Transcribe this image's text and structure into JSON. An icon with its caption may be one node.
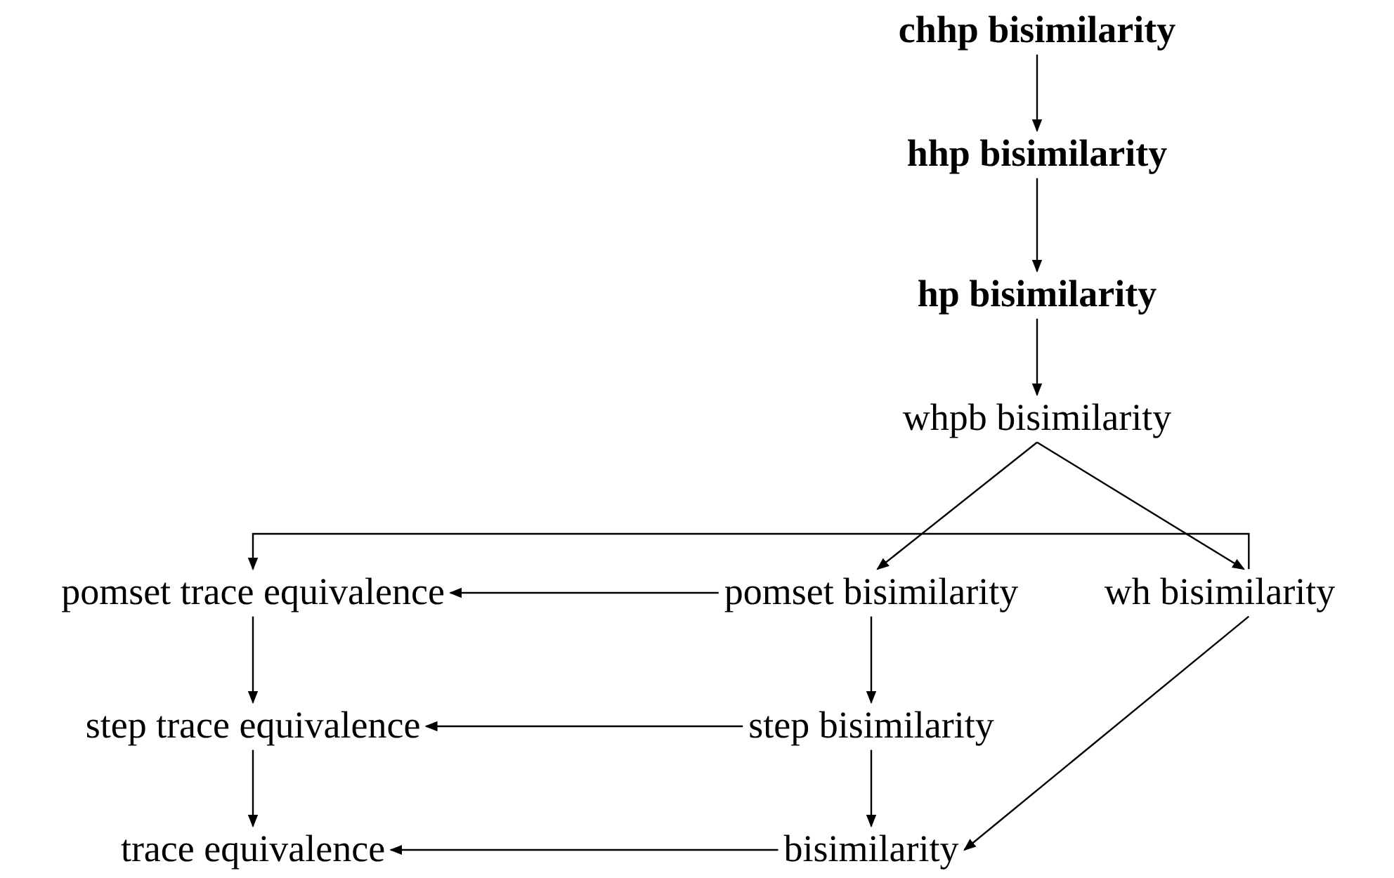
{
  "diagram": {
    "nodes": [
      {
        "text": [
          "chhp bisimilarity"
        ]
      },
      {
        "text": [
          "hhp bisimilarity"
        ]
      },
      {
        "text": [
          "hp bisimilarity"
        ]
      },
      {
        "text": [
          "whpb bisimilarity"
        ]
      },
      {
        "text": [
          "pomset trace equivalence"
        ]
      },
      {
        "text": [
          "pomset bisimilarity"
        ]
      },
      {
        "text": [
          "wh bisimilarity"
        ]
      },
      {
        "text": [
          "step trace equivalence"
        ]
      },
      {
        "text": [
          "step bisimilarity"
        ]
      },
      {
        "text": [
          "trace equivalence"
        ]
      },
      {
        "text": [
          "bisimilarity"
        ]
      }
    ],
    "edges": [
      {
        "from": 0,
        "to": 1,
        "arrow": "to"
      },
      {
        "from": 1,
        "to": 2,
        "arrow": "to"
      },
      {
        "from": 2,
        "to": 3,
        "arrow": "to"
      },
      {
        "from": 3,
        "to": 5,
        "arrow": "to"
      },
      {
        "from": 3,
        "to": 6,
        "arrow": "to"
      },
      {
        "from": 6,
        "to": 4,
        "arrow": "to"
      },
      {
        "from": 5,
        "to": 4,
        "arrow": "to"
      },
      {
        "from": 4,
        "to": 7,
        "arrow": "to"
      },
      {
        "from": 5,
        "to": 8,
        "arrow": "to"
      },
      {
        "from": 8,
        "to": 7,
        "arrow": "to"
      },
      {
        "from": 7,
        "to": 9,
        "arrow": "to"
      },
      {
        "from": 8,
        "to": 10,
        "arrow": "to"
      },
      {
        "from": 6,
        "to": 10,
        "arrow": "to"
      },
      {
        "from": 10,
        "to": 9,
        "arrow": "to"
      }
    ]
  }
}
